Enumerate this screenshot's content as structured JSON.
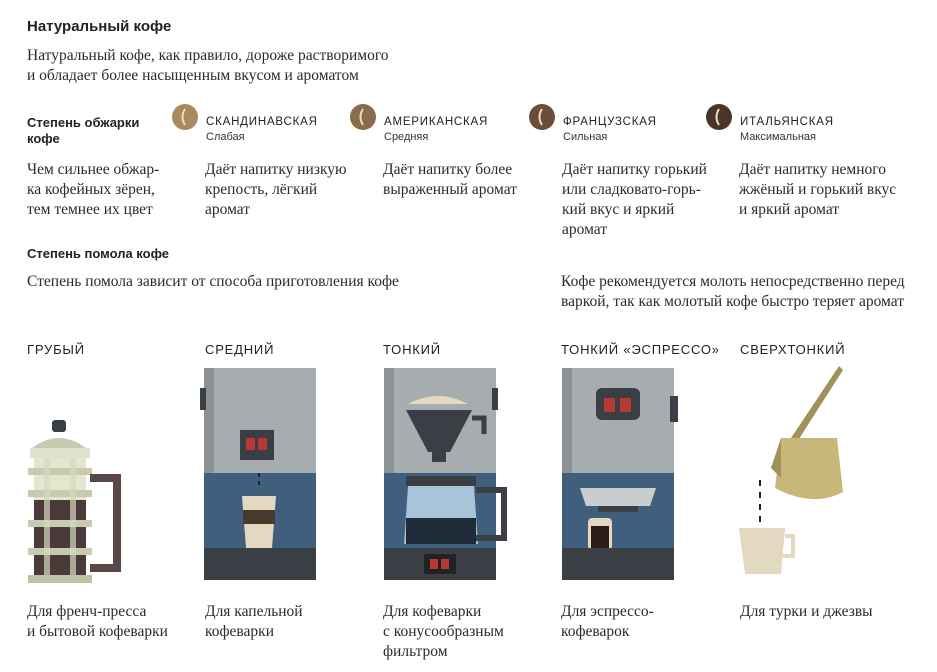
{
  "title": "Натуральный кофе",
  "intro": [
    "Натуральный кофе, как правило, дороже растворимого",
    "и обладает более насыщенным вкусом и ароматом"
  ],
  "roast": {
    "heading": [
      "Степень обжарки",
      "кофе"
    ],
    "note": [
      "Чем сильнее обжар-",
      "ка кофейных зёрен,",
      "тем темнее их цвет"
    ],
    "levels": [
      {
        "name": "СКАНДИНАВСКАЯ",
        "strength": "Слабая",
        "desc": [
          "Даёт напитку низкую",
          "крепость, лёгкий",
          "аромат"
        ],
        "color": "#a98a5d"
      },
      {
        "name": "АМЕРИКАНСКАЯ",
        "strength": "Средняя",
        "desc": [
          "Даёт напитку более",
          "выраженный аромат"
        ],
        "color": "#8a6b4a"
      },
      {
        "name": "ФРАНЦУЗСКАЯ",
        "strength": "Сильная",
        "desc": [
          "Даёт напитку горький",
          "или сладковато-горь-",
          "кий вкус и яркий",
          "аромат"
        ],
        "color": "#6b4e38"
      },
      {
        "name": "ИТАЛЬЯНСКАЯ",
        "strength": "Максимальная",
        "desc": [
          "Даёт напитку немного",
          "жжёный и горький вкус",
          "и яркий аромат"
        ],
        "color": "#4a3527"
      }
    ]
  },
  "grind": {
    "heading": "Степень помола кофе",
    "note": "Степень помола зависит от способа приготовления кофе",
    "tip": [
      "Кофе рекомендуется молоть непосредственно перед",
      "варкой, так как молотый кофе быстро теряет аромат"
    ],
    "levels": [
      {
        "name": "ГРУБЫЙ",
        "use": [
          "Для френч-пресса",
          "и бытовой кофеварки"
        ]
      },
      {
        "name": "СРЕДНИЙ",
        "use": [
          "Для капельной",
          "кофеварки"
        ]
      },
      {
        "name": "ТОНКИЙ",
        "use": [
          "Для кофеварки",
          "с конусообразным",
          "фильтром"
        ]
      },
      {
        "name": "ТОНКИЙ «ЭСПРЕССО»",
        "use": [
          "Для эспрессо-",
          "кофеварок"
        ]
      },
      {
        "name": "СВЕРХТОНКИЙ",
        "use": [
          "Для турки и джезвы"
        ]
      }
    ]
  },
  "colors": {
    "machine_gray": "#9ea3a6",
    "machine_blue": "#3f5f7d",
    "base": "#3a3f45",
    "accent_red": "#b53a33"
  }
}
